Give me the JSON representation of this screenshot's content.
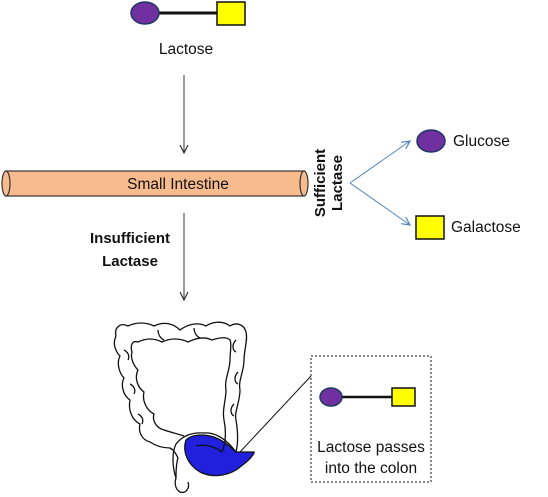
{
  "lactose_label": "Lactose",
  "small_intestine_label": "Small Intestine",
  "sufficient_label": [
    "Sufficient",
    "Lactase"
  ],
  "insufficient_label": [
    "Insufficient",
    "Lactase"
  ],
  "glucose_label": "Glucose",
  "galactose_label": "Galactose",
  "colon_caption": [
    "Lactose passes",
    "into the colon"
  ],
  "colors": {
    "glucose_fill": "#7030A0",
    "galactose_fill": "#FFFF00",
    "intestine_fill": "#F8BB8E",
    "colon_lactose_fill": "#2020DD",
    "branch_arrow": "#4F81BD",
    "outline": "#111111"
  }
}
